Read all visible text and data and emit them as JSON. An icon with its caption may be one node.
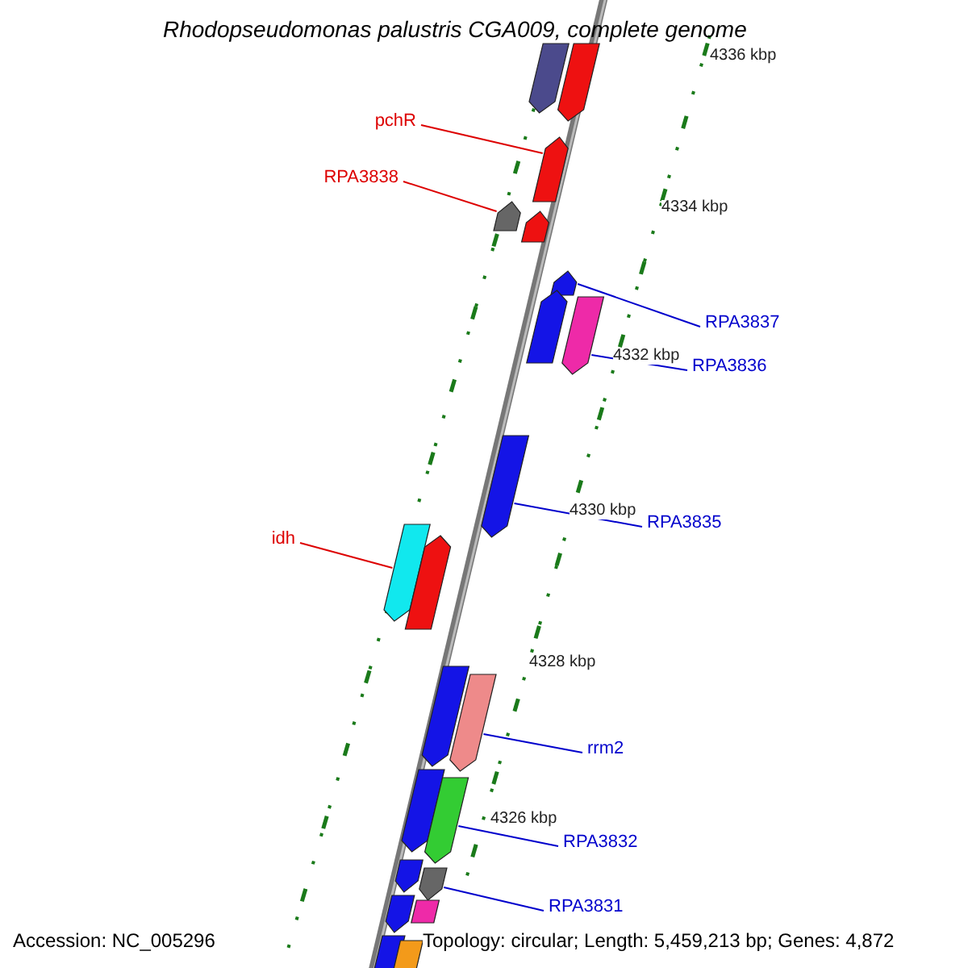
{
  "diagram": {
    "title": "Rhodopseudomonas palustris CGA009, complete genome",
    "nodes": [
      {
        "text": [
          "pchR"
        ]
      },
      {
        "text": [],
        "shape": "arrow"
      },
      {
        "text": [
          "RPA3838"
        ]
      },
      {
        "text": [],
        "shape": "arrow"
      },
      {
        "text": [
          "RPA3837"
        ]
      },
      {
        "text": [],
        "shape": "arrow"
      },
      {
        "text": [
          "RPA3836"
        ]
      },
      {
        "text": [],
        "shape": "arrow"
      },
      {
        "text": [
          "idh"
        ]
      },
      {
        "text": [],
        "shape": "arrow"
      },
      {
        "text": [
          "RPA3835"
        ]
      },
      {
        "text": [],
        "shape": "arrow"
      },
      {
        "text": [
          "rrm2"
        ]
      },
      {
        "text": [],
        "shape": "arrow"
      },
      {
        "text": [
          "RPA3832"
        ]
      },
      {
        "text": [],
        "shape": "arrow"
      },
      {
        "text": [
          "RPA3831"
        ]
      },
      {
        "text": [],
        "shape": "arrow"
      }
    ],
    "edges": [
      {
        "from": 0,
        "to": 1,
        "arrow": "none",
        "color": "#dd0000"
      },
      {
        "from": 2,
        "to": 3,
        "arrow": "none",
        "color": "#dd0000"
      },
      {
        "from": 4,
        "to": 5,
        "arrow": "none"
      },
      {
        "from": 6,
        "to": 7,
        "arrow": "none"
      },
      {
        "from": 8,
        "to": 9,
        "arrow": "none",
        "color": "#dd0000"
      },
      {
        "from": 10,
        "to": 11,
        "arrow": "none"
      },
      {
        "from": 12,
        "to": 13,
        "arrow": "none"
      },
      {
        "from": 14,
        "to": 15,
        "arrow": "none"
      },
      {
        "from": 16,
        "to": 17,
        "arrow": "none"
      }
    ],
    "labels": [
      "4336 kbp",
      "4334 kbp",
      "4332 kbp",
      "4330 kbp",
      "4328 kbp",
      "4326 kbp",
      "Accession: NC_005296",
      "Topology: circular; Length: 5,459,213 bp; Genes: 4,872"
    ]
  }
}
